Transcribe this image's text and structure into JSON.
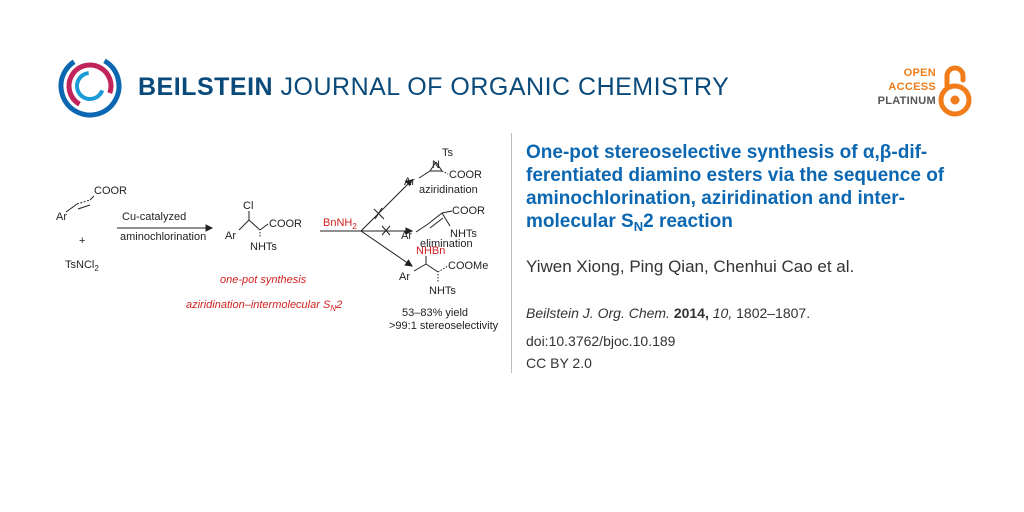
{
  "header": {
    "journal_bold": "BEILSTEIN",
    "journal_rest": " JOURNAL OF ORGANIC CHEMISTRY",
    "badge": {
      "line1": "OPEN",
      "line2": "ACCESS",
      "line3": "PLATINUM"
    },
    "colors": {
      "journal": "#0a4a7a",
      "open_access": "#f07d1a",
      "logo_ring_outer": "#0b67b1",
      "logo_ring_inner": "#c0245a"
    }
  },
  "scheme": {
    "start_group": "COOR",
    "start_ar": "Ar",
    "plus": "+",
    "reagent": "TsNCl",
    "reagent_sub": "2",
    "step1_top": "Cu-catalyzed",
    "step1_bottom": "aminochlorination",
    "int_cl": "Cl",
    "int_coor": "COOR",
    "int_ar": "Ar",
    "int_nhts": "NHTs",
    "step2_reagent": "BnNH",
    "step2_reagent_sub": "2",
    "red_note1": "one-pot synthesis",
    "red_note2_pre": "aziridination–intermolecular S",
    "red_note2_sub": "N",
    "red_note2_post": "2",
    "p1_ts": "Ts",
    "p1_n": "N",
    "p1_coor": "COOR",
    "p1_ar": "Ar",
    "p1_label": "aziridination",
    "p2_coor": "COOR",
    "p2_ar": "Ar",
    "p2_nhts": "NHTs",
    "p2_label": "elimination",
    "p3_nhbn": "NHBn",
    "p3_coome": "COOMe",
    "p3_ar": "Ar",
    "p3_nhts": "NHTs",
    "yield": "53–83% yield",
    "selectivity": ">99:1 stereoselectivity"
  },
  "article": {
    "title_part1": "One-pot stereoselective synthesis of α,β-dif- ferentiated diamino esters via the sequence of aminochlorination, aziridination and inter- molecular S",
    "title_sub": "N",
    "title_part2": "2 reaction",
    "authors": "Yiwen Xiong, Ping Qian, Chenhui Cao et al.",
    "journal_abbrev": "Beilstein J. Org. Chem.",
    "year": "2014,",
    "volume": "10,",
    "pages": "1802–1807.",
    "doi": "doi:10.3762/bjoc.10.189",
    "license": "CC BY 2.0"
  }
}
